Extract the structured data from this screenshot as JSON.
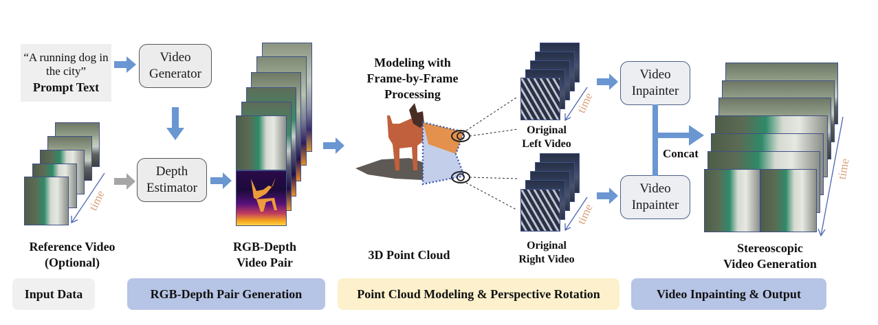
{
  "input": {
    "prompt_quote": "“A running dog in the city”",
    "prompt_label": "Prompt Text",
    "reference_label_1": "Reference Video",
    "reference_label_2": "(Optional)",
    "time_label": "time"
  },
  "modules": {
    "video_generator_1": "Video",
    "video_generator_2": "Generator",
    "depth_estimator_1": "Depth",
    "depth_estimator_2": "Estimator",
    "inpainter_top_1": "Video",
    "inpainter_top_2": "Inpainter",
    "inpainter_bottom_1": "Video",
    "inpainter_bottom_2": "Inpainter",
    "concat_label": "Concat"
  },
  "rgbd": {
    "label_1": "RGB-Depth",
    "label_2": "Video Pair"
  },
  "pointcloud": {
    "title_1": "Modeling with",
    "title_2": "Frame-by-Frame",
    "title_3": "Processing",
    "label": "3D Point Cloud"
  },
  "views": {
    "left_1": "Original",
    "left_2": "Left Video",
    "right_1": "Original",
    "right_2": "Right Video",
    "time_label": "time"
  },
  "output": {
    "label_1": "Stereoscopic",
    "label_2": "Video Generation",
    "time_label": "time"
  },
  "stages": [
    {
      "label": "Input Data",
      "color": "#f0f0f0"
    },
    {
      "label": "RGB-Depth Pair Generation",
      "color": "#b6c4e6"
    },
    {
      "label": "Point Cloud Modeling & Perspective Rotation",
      "color": "#fcf1cc"
    },
    {
      "label": "Video Inpainting & Output",
      "color": "#b6c4e6"
    }
  ],
  "colors": {
    "arrow_blue": "#6a96d2",
    "arrow_gray": "#a6a6a6",
    "frame_border": "#3f4f86",
    "time_text": "#d9a07a",
    "orange_frustum": "#e0853a",
    "blue_frustum": "#b8c6e8"
  }
}
